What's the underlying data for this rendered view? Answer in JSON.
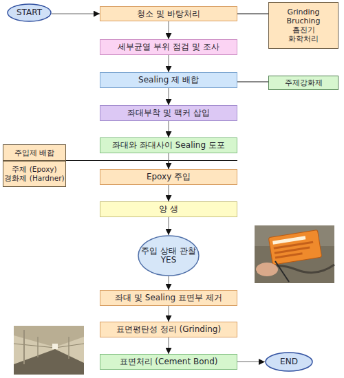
{
  "diagram": {
    "nodes": [
      {
        "text": [
          "START"
        ]
      },
      {
        "text": [
          "청소 및 바탕처리"
        ]
      },
      {
        "text": [
          "Grinding Bruching 흡진기 화학처리"
        ]
      },
      {
        "text": [
          "세부균열 부위 점검 및 조사"
        ]
      },
      {
        "text": [
          "Sealing 제 배합"
        ]
      },
      {
        "text": [
          "주제강화제"
        ]
      },
      {
        "text": [
          "좌대부착 및 팩커 삽입"
        ]
      },
      {
        "text": [
          "좌대와 좌대사이 Sealing 도포"
        ]
      },
      {
        "text": [
          "주입제 배합"
        ]
      },
      {
        "text": [
          "주제 (Epoxy) 경화제 (Hardner)"
        ]
      },
      {
        "text": [
          "Epoxy 주입"
        ]
      },
      {
        "text": [
          "양 생"
        ]
      },
      {
        "text": [
          "주입 상태 관찰 YES"
        ]
      },
      {
        "text": [
          "좌대 및 Sealing 표면부 제거"
        ]
      },
      {
        "text": [
          "표면평탄성 정리 (Grinding)"
        ]
      },
      {
        "text": [
          "표면처리 (Cement Bond)"
        ]
      },
      {
        "text": [
          "END"
        ]
      }
    ],
    "edges": [
      {
        "from": 0,
        "to": 1,
        "arrow": "to"
      },
      {
        "from": 1,
        "to": 2,
        "arrow": "none"
      },
      {
        "from": 1,
        "to": 3,
        "arrow": "to"
      },
      {
        "from": 3,
        "to": 4,
        "arrow": "to"
      },
      {
        "from": 4,
        "to": 5,
        "arrow": "none"
      },
      {
        "from": 4,
        "to": 6,
        "arrow": "to"
      },
      {
        "from": 6,
        "to": 7,
        "arrow": "to"
      },
      {
        "from": 8,
        "to": 10,
        "arrow": "none"
      },
      {
        "from": 7,
        "to": 10,
        "arrow": "to"
      },
      {
        "from": 10,
        "to": 11,
        "arrow": "to"
      },
      {
        "from": 11,
        "to": 12,
        "arrow": "to"
      },
      {
        "from": 12,
        "to": 13,
        "arrow": "to"
      },
      {
        "from": 13,
        "to": 14,
        "arrow": "to"
      },
      {
        "from": 14,
        "to": 15,
        "arrow": "to"
      },
      {
        "from": 15,
        "to": 16,
        "arrow": "to"
      }
    ]
  }
}
